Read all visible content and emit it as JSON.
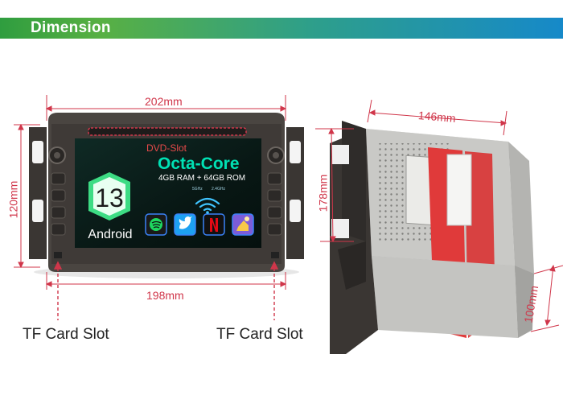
{
  "header": {
    "title": "Dimension"
  },
  "front_view": {
    "width_top": "202mm",
    "width_bottom": "198mm",
    "height": "120mm",
    "dvd_slot": "DVD-Slot",
    "octa_core": "Octa-Core",
    "memory": "4GB RAM + 64GB ROM",
    "android_version": "13",
    "android_label": "Android",
    "wifi_5g": "5GHz",
    "wifi_24g": "2.4GHz",
    "apps": [
      "spotify-icon",
      "twitter-icon",
      "netflix-icon",
      "kodi-icon"
    ]
  },
  "side_view": {
    "depth": "146mm",
    "height": "178mm",
    "width": "100mm"
  },
  "labels": {
    "tf_left": "TF Card Slot",
    "tf_right": "TF Card Slot"
  },
  "colors": {
    "accent_red": "#d0364a",
    "banner_green": "#58b043",
    "banner_blue": "#1689c9"
  }
}
